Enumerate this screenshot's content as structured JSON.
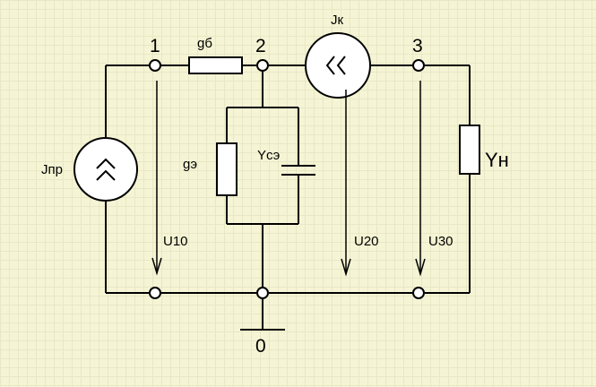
{
  "nodes": {
    "n1": "1",
    "n2": "2",
    "n3": "3",
    "n0": "0"
  },
  "components": {
    "gb": "gб",
    "jk": "Jк",
    "jpr": "Jпр",
    "ge": "gэ",
    "yce": "Yсэ",
    "yn": "Yн"
  },
  "voltages": {
    "u10": "U10",
    "u20": "U20",
    "u30": "U30"
  },
  "colors": {
    "background": "#f5f5d5",
    "grid": "#e8e8c6",
    "line": "#000000"
  }
}
